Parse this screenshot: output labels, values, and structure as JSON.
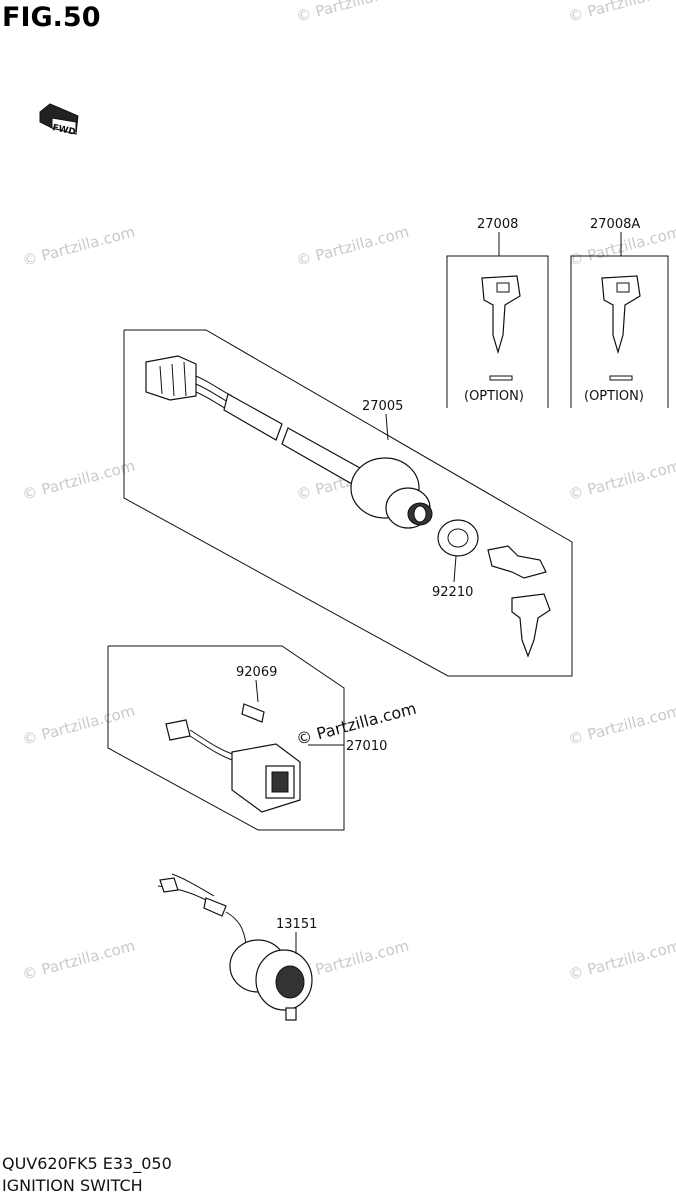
{
  "figure": {
    "title": "FIG.50",
    "fwd_marker": "FWD",
    "code": "QUV620FK5 E33_050",
    "name": "IGNITION SWITCH"
  },
  "watermark": {
    "text": "© Partzilla.com"
  },
  "parts": [
    {
      "number": "27008",
      "option": "(OPTION)"
    },
    {
      "number": "27008A",
      "option": "(OPTION)"
    },
    {
      "number": "27005"
    },
    {
      "number": "92210"
    },
    {
      "number": "92069"
    },
    {
      "number": "27010"
    },
    {
      "number": "13151"
    }
  ]
}
